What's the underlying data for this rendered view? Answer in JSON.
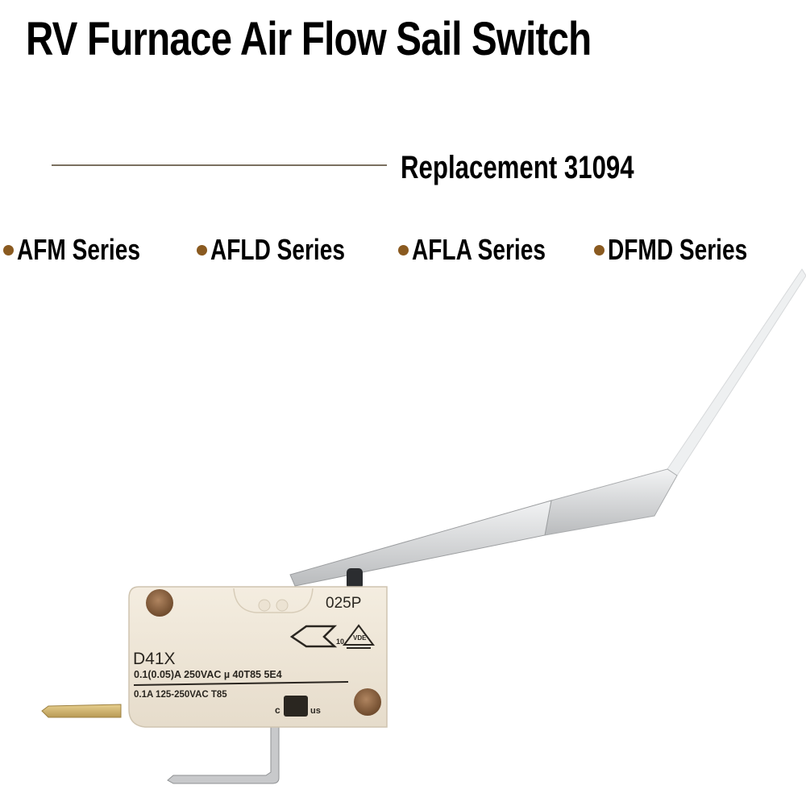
{
  "header": {
    "title": "RV Furnace Air Flow Sail Switch",
    "subtitle": "Replacement 31094"
  },
  "series": [
    {
      "label": "AFM  Series"
    },
    {
      "label": "AFLD Series"
    },
    {
      "label": "AFLA Series"
    },
    {
      "label": "DFMD Series"
    }
  ],
  "colors": {
    "bullet": "#8a5a20",
    "rule": "#7a7060",
    "switch_body": "#efe6d6",
    "lever": "#d9dadb"
  },
  "product": {
    "markings": {
      "code": "025P",
      "model": "D41X",
      "rating_line_1": "0.1(0.05)A 250VAC µ 40T85   5E4",
      "rating_line_2": "0.1A 125-250VAC T85",
      "enec_number": "10",
      "vde": "VDE",
      "ul_c": "c",
      "ul_us": "us"
    }
  }
}
